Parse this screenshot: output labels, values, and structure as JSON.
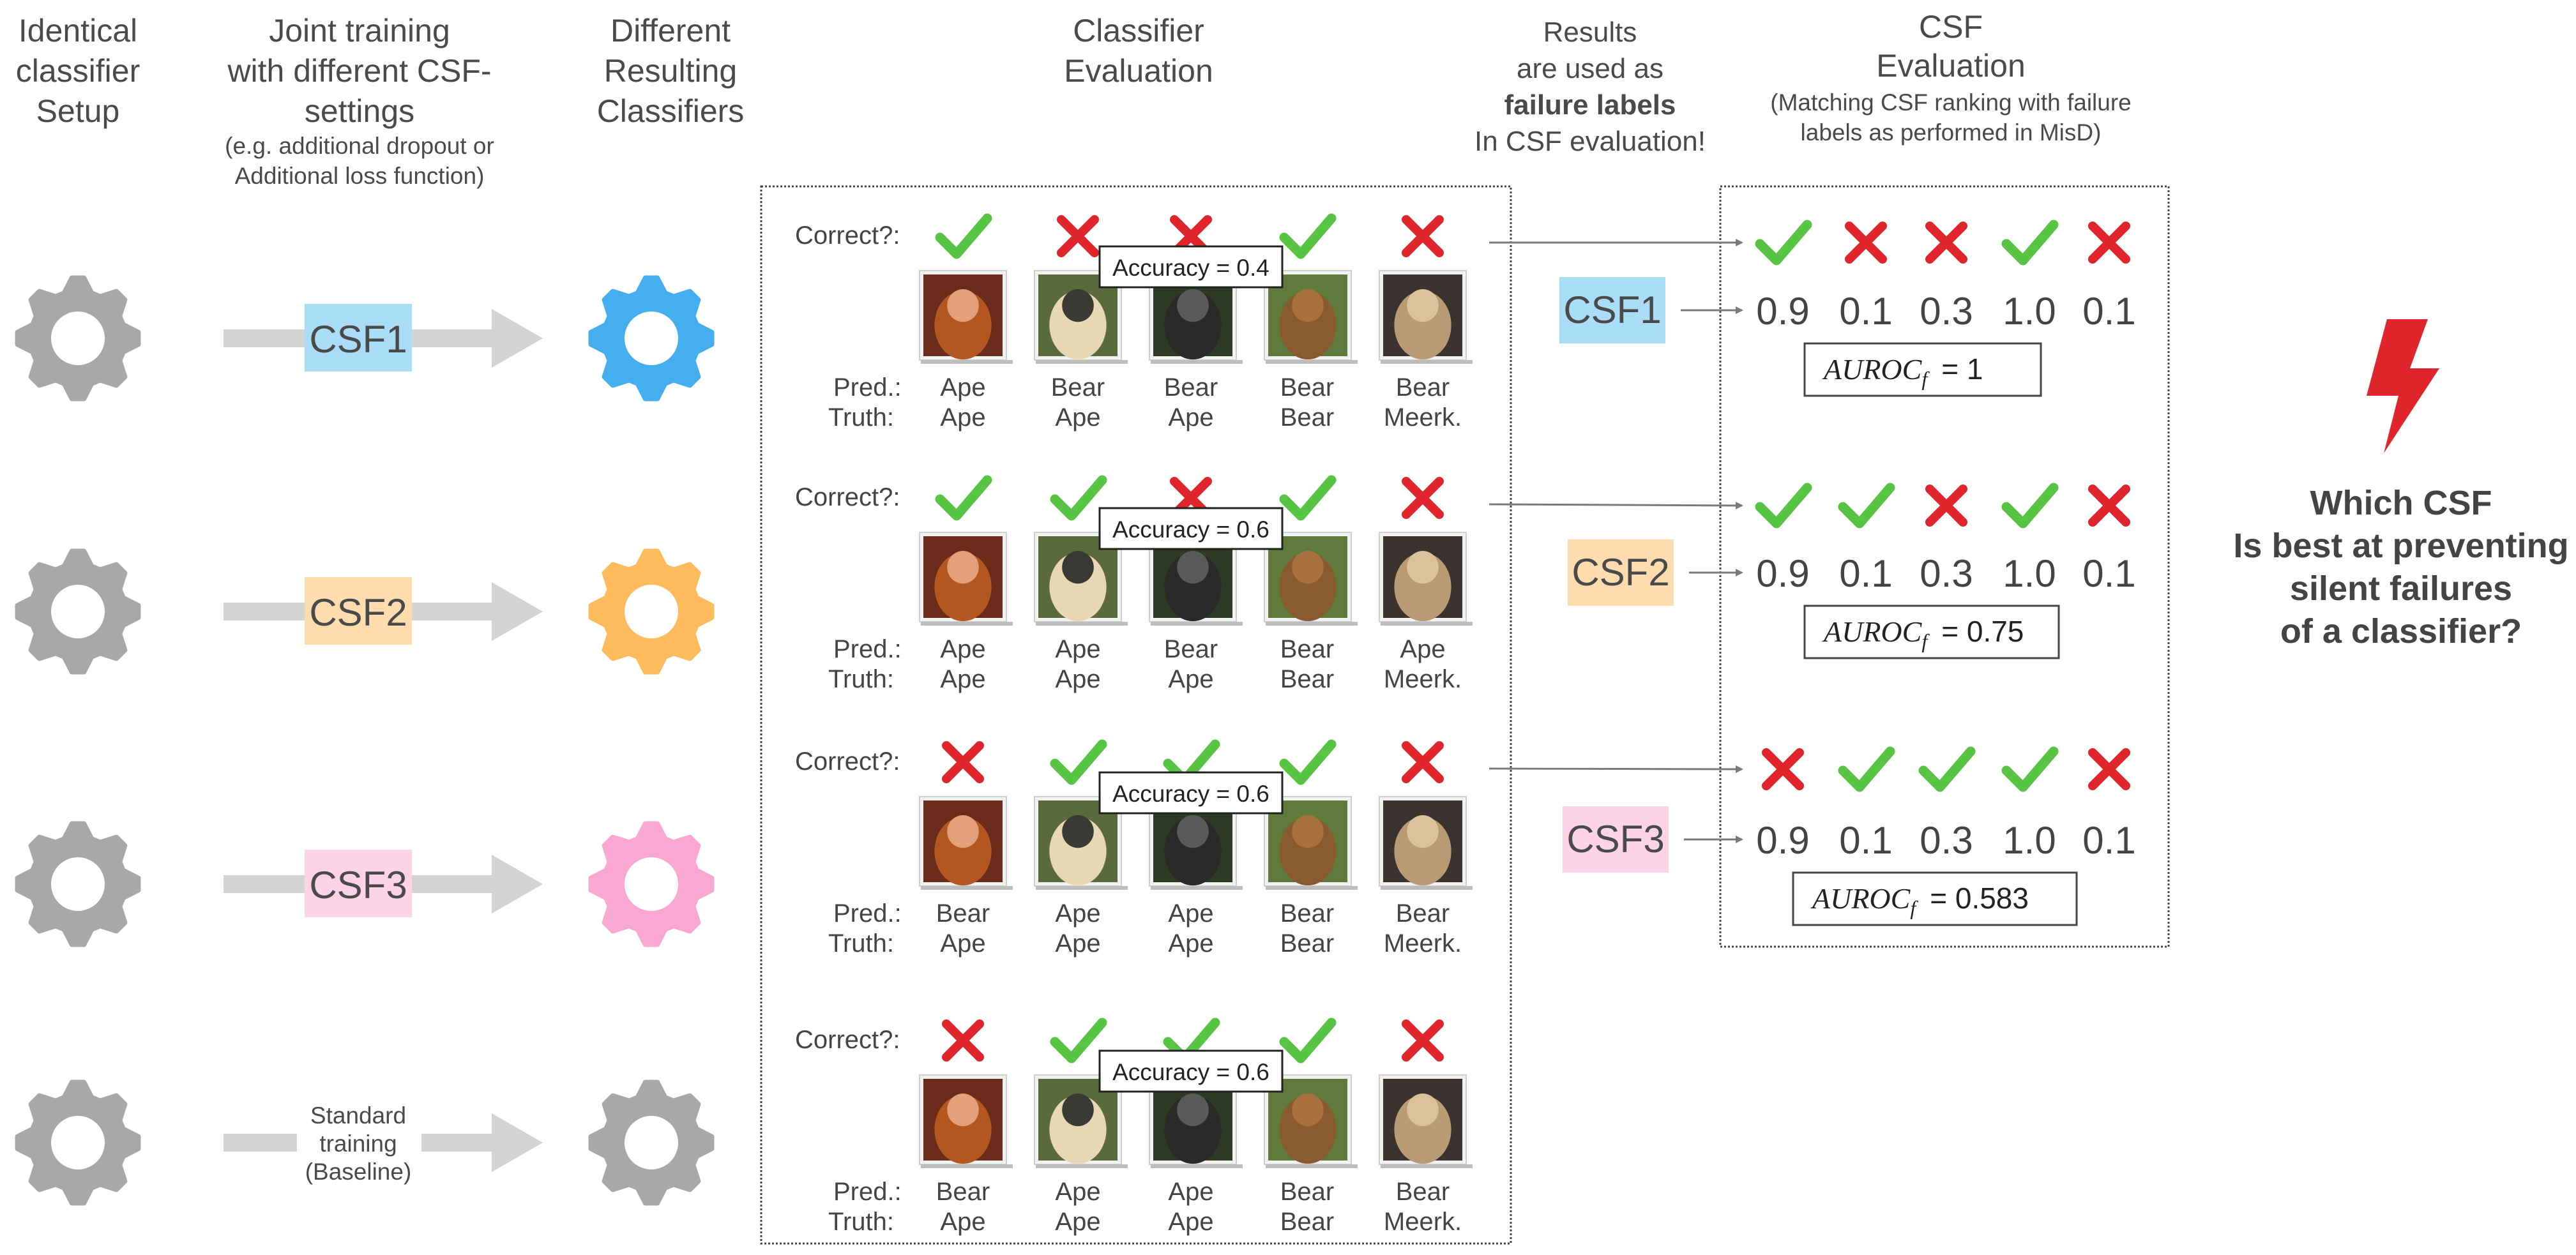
{
  "headers": {
    "col1": [
      "Identical",
      "classifier",
      "Setup"
    ],
    "col2": [
      "Joint training",
      "with different CSF-",
      "settings"
    ],
    "col2_note": [
      "(e.g. additional dropout or",
      "Additional loss function)"
    ],
    "col3": [
      "Different",
      "Resulting",
      "Classifiers"
    ],
    "col4": [
      "Classifier",
      "Evaluation"
    ],
    "col5_line1": "Results",
    "col5_line2": "are used as",
    "col5_bold": "failure labels",
    "col5_line4": "In CSF evaluation!",
    "col6": [
      "CSF",
      "Evaluation"
    ],
    "col6_note": [
      "(Matching CSF ranking with failure",
      "labels as performed in MisD)"
    ]
  },
  "rows": [
    {
      "csf": "CSF1",
      "csf_color": "#a9dcf7",
      "gear_color": "#45aeef",
      "accuracy": "Accuracy = 0.4",
      "correct_label": "Correct?:",
      "correct": [
        true,
        false,
        false,
        true,
        false
      ],
      "pred": [
        "Ape",
        "Bear",
        "Bear",
        "Bear",
        "Bear"
      ],
      "truth": [
        "Ape",
        "Ape",
        "Ape",
        "Bear",
        "Meerk."
      ],
      "scores": [
        "0.9",
        "0.1",
        "0.3",
        "1.0",
        "0.1"
      ],
      "auroc_value": "= 1"
    },
    {
      "csf": "CSF2",
      "csf_color": "#fddcae",
      "gear_color": "#ffbb5c",
      "accuracy": "Accuracy = 0.6",
      "correct_label": "Correct?:",
      "correct": [
        true,
        true,
        false,
        true,
        false
      ],
      "pred": [
        "Ape",
        "Ape",
        "Bear",
        "Bear",
        "Ape"
      ],
      "truth": [
        "Ape",
        "Ape",
        "Ape",
        "Bear",
        "Meerk."
      ],
      "scores": [
        "0.9",
        "0.1",
        "0.3",
        "1.0",
        "0.1"
      ],
      "auroc_value": "= 0.75"
    },
    {
      "csf": "CSF3",
      "csf_color": "#fdd3e6",
      "gear_color": "#f9a8d2",
      "accuracy": "Accuracy = 0.6",
      "correct_label": "Correct?:",
      "correct": [
        false,
        true,
        true,
        true,
        false
      ],
      "pred": [
        "Bear",
        "Ape",
        "Ape",
        "Bear",
        "Bear"
      ],
      "truth": [
        "Ape",
        "Ape",
        "Ape",
        "Bear",
        "Meerk."
      ],
      "scores": [
        "0.9",
        "0.1",
        "0.3",
        "1.0",
        "0.1"
      ],
      "auroc_value": "= 0.583"
    },
    {
      "baseline_label": [
        "Standard",
        "training",
        "(Baseline)"
      ],
      "gear_color": "#a8a8a8",
      "accuracy": "Accuracy = 0.6",
      "correct_label": "Correct?:",
      "correct": [
        false,
        true,
        true,
        true,
        false
      ],
      "pred": [
        "Bear",
        "Ape",
        "Ape",
        "Bear",
        "Bear"
      ],
      "truth": [
        "Ape",
        "Ape",
        "Ape",
        "Bear",
        "Meerk."
      ]
    }
  ],
  "pred_label": "Pred.:",
  "truth_label": "Truth:",
  "auroc_symbol": "AUROC",
  "auroc_subscript": "f",
  "question": [
    "Which CSF",
    "Is best at preventing",
    "silent failures",
    "of a classifier?"
  ],
  "icons": {
    "check": "green-check-icon",
    "cross": "red-cross-icon",
    "gear": "gear-icon",
    "lightning": "lightning-icon"
  },
  "colors": {
    "check": "#58c444",
    "cross": "#e0262c",
    "gear_base": "#a8a8a8",
    "arrow": "#d3d3d3",
    "lightning": "#e0262c"
  }
}
